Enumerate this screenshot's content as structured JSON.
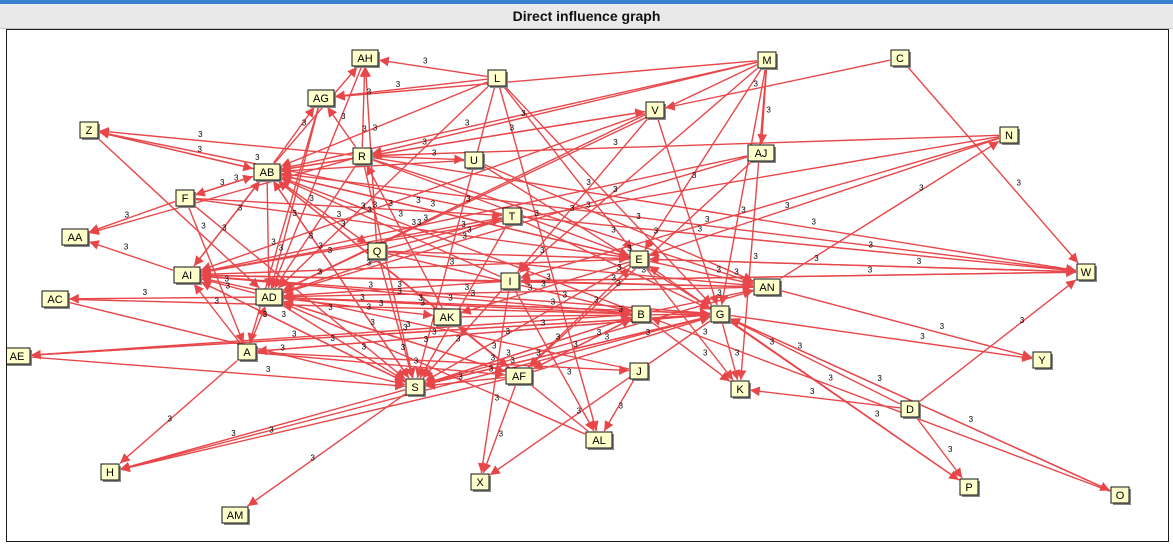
{
  "header": {
    "title": "Direct influence graph"
  },
  "graph": {
    "weight_label": "3",
    "edge_color": "#e8474a",
    "node_fill": "#ffffcc",
    "nodes": [
      "A",
      "B",
      "C",
      "D",
      "E",
      "F",
      "G",
      "H",
      "I",
      "J",
      "K",
      "L",
      "M",
      "N",
      "O",
      "P",
      "Q",
      "R",
      "S",
      "T",
      "U",
      "V",
      "W",
      "X",
      "Y",
      "Z",
      "AA",
      "AB",
      "AC",
      "AD",
      "AE",
      "AF",
      "AG",
      "AH",
      "AI",
      "AJ",
      "AK",
      "AL",
      "AM",
      "AN"
    ],
    "edges": [
      [
        "L",
        "AH"
      ],
      [
        "L",
        "AG"
      ],
      [
        "L",
        "AB"
      ],
      [
        "L",
        "AD"
      ],
      [
        "L",
        "S"
      ],
      [
        "L",
        "G"
      ],
      [
        "L",
        "E"
      ],
      [
        "L",
        "AL"
      ],
      [
        "M",
        "AG"
      ],
      [
        "M",
        "R"
      ],
      [
        "M",
        "AB"
      ],
      [
        "M",
        "I"
      ],
      [
        "M",
        "E"
      ],
      [
        "M",
        "AJ"
      ],
      [
        "M",
        "K"
      ],
      [
        "M",
        "G"
      ],
      [
        "M",
        "AD"
      ],
      [
        "C",
        "V"
      ],
      [
        "C",
        "W"
      ],
      [
        "N",
        "R"
      ],
      [
        "N",
        "AI"
      ],
      [
        "N",
        "E"
      ],
      [
        "N",
        "I"
      ],
      [
        "R",
        "AH"
      ],
      [
        "R",
        "AG"
      ],
      [
        "R",
        "Z"
      ],
      [
        "R",
        "U"
      ],
      [
        "R",
        "E"
      ],
      [
        "R",
        "W"
      ],
      [
        "R",
        "S"
      ],
      [
        "R",
        "AN"
      ],
      [
        "R",
        "AD"
      ],
      [
        "R",
        "AA"
      ],
      [
        "AB",
        "AG"
      ],
      [
        "AB",
        "AH"
      ],
      [
        "AB",
        "F"
      ],
      [
        "AB",
        "Q"
      ],
      [
        "AB",
        "S"
      ],
      [
        "AB",
        "AD"
      ],
      [
        "AB",
        "V"
      ],
      [
        "AB",
        "AI"
      ],
      [
        "F",
        "AA"
      ],
      [
        "F",
        "AB"
      ],
      [
        "F",
        "T"
      ],
      [
        "F",
        "A"
      ],
      [
        "F",
        "S"
      ],
      [
        "F",
        "E"
      ],
      [
        "Z",
        "AB"
      ],
      [
        "Z",
        "E"
      ],
      [
        "Z",
        "AD"
      ],
      [
        "U",
        "AN"
      ],
      [
        "U",
        "G"
      ],
      [
        "U",
        "AB"
      ],
      [
        "V",
        "AI"
      ],
      [
        "V",
        "AD"
      ],
      [
        "V",
        "I"
      ],
      [
        "V",
        "G"
      ],
      [
        "V",
        "AB"
      ],
      [
        "AJ",
        "AI"
      ],
      [
        "AJ",
        "AF"
      ],
      [
        "AJ",
        "AD"
      ],
      [
        "T",
        "AI"
      ],
      [
        "T",
        "G"
      ],
      [
        "T",
        "W"
      ],
      [
        "T",
        "AD"
      ],
      [
        "T",
        "S"
      ],
      [
        "T",
        "Z"
      ],
      [
        "Q",
        "AN"
      ],
      [
        "Q",
        "S"
      ],
      [
        "Q",
        "E"
      ],
      [
        "Q",
        "B"
      ],
      [
        "Q",
        "AH"
      ],
      [
        "Q",
        "T"
      ],
      [
        "E",
        "AI"
      ],
      [
        "E",
        "AN"
      ],
      [
        "E",
        "AB"
      ],
      [
        "E",
        "K"
      ],
      [
        "E",
        "W"
      ],
      [
        "E",
        "S"
      ],
      [
        "E",
        "AK"
      ],
      [
        "I",
        "AI"
      ],
      [
        "I",
        "AD"
      ],
      [
        "I",
        "W"
      ],
      [
        "I",
        "AB"
      ],
      [
        "I",
        "AL"
      ],
      [
        "I",
        "X"
      ],
      [
        "I",
        "S"
      ],
      [
        "AI",
        "AB"
      ],
      [
        "AI",
        "S"
      ],
      [
        "AI",
        "B"
      ],
      [
        "AI",
        "AA"
      ],
      [
        "AI",
        "AN"
      ],
      [
        "AD",
        "AC"
      ],
      [
        "AD",
        "AK"
      ],
      [
        "AD",
        "G"
      ],
      [
        "AD",
        "AF"
      ],
      [
        "AD",
        "S"
      ],
      [
        "AD",
        "AI"
      ],
      [
        "AC",
        "B"
      ],
      [
        "AC",
        "S"
      ],
      [
        "AK",
        "R"
      ],
      [
        "AK",
        "AB"
      ],
      [
        "AK",
        "G"
      ],
      [
        "AK",
        "AF"
      ],
      [
        "AE",
        "G"
      ],
      [
        "AE",
        "S"
      ],
      [
        "AE",
        "B"
      ],
      [
        "A",
        "AI"
      ],
      [
        "A",
        "H"
      ],
      [
        "A",
        "AF"
      ],
      [
        "A",
        "G"
      ],
      [
        "A",
        "J"
      ],
      [
        "A",
        "AD"
      ],
      [
        "S",
        "G"
      ],
      [
        "S",
        "AM"
      ],
      [
        "S",
        "H"
      ],
      [
        "S",
        "AB"
      ],
      [
        "S",
        "AI"
      ],
      [
        "S",
        "AN"
      ],
      [
        "S",
        "B"
      ],
      [
        "AF",
        "H"
      ],
      [
        "AF",
        "AD"
      ],
      [
        "AF",
        "G"
      ],
      [
        "AF",
        "AB"
      ],
      [
        "AF",
        "X"
      ],
      [
        "AF",
        "B"
      ],
      [
        "AF",
        "S"
      ],
      [
        "AF",
        "E"
      ],
      [
        "B",
        "S"
      ],
      [
        "B",
        "AD"
      ],
      [
        "B",
        "AB"
      ],
      [
        "B",
        "AF"
      ],
      [
        "B",
        "K"
      ],
      [
        "B",
        "AN"
      ],
      [
        "G",
        "AE"
      ],
      [
        "G",
        "A"
      ],
      [
        "G",
        "K"
      ],
      [
        "G",
        "S"
      ],
      [
        "G",
        "P"
      ],
      [
        "G",
        "O"
      ],
      [
        "G",
        "X"
      ],
      [
        "G",
        "Y"
      ],
      [
        "G",
        "AD"
      ],
      [
        "G",
        "AI"
      ],
      [
        "J",
        "AI"
      ],
      [
        "J",
        "AL"
      ],
      [
        "D",
        "K"
      ],
      [
        "D",
        "W"
      ],
      [
        "D",
        "G"
      ],
      [
        "D",
        "P"
      ],
      [
        "O",
        "G"
      ],
      [
        "O",
        "B"
      ],
      [
        "AN",
        "AD"
      ],
      [
        "AN",
        "Y"
      ],
      [
        "AN",
        "N"
      ],
      [
        "AN",
        "I"
      ],
      [
        "AL",
        "AD"
      ],
      [
        "AL",
        "AK"
      ],
      [
        "P",
        "E"
      ],
      [
        "H",
        "G"
      ],
      [
        "AH",
        "AD"
      ],
      [
        "AG",
        "AD"
      ],
      [
        "AG",
        "A"
      ],
      [
        "W",
        "E"
      ],
      [
        "W",
        "I"
      ],
      [
        "W",
        "AB"
      ]
    ]
  }
}
